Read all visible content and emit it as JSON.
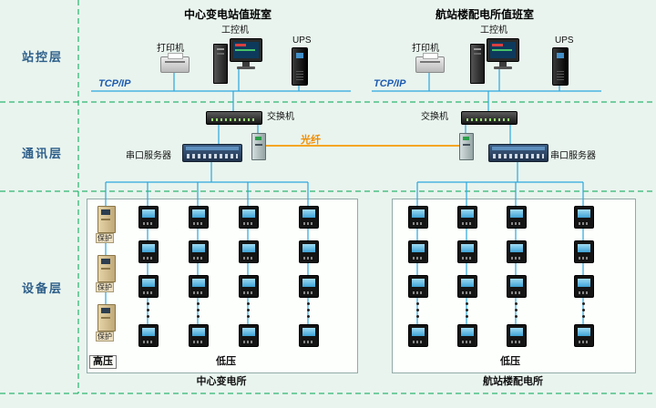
{
  "layers": {
    "station": "站控层",
    "comm": "通讯层",
    "device": "设备层"
  },
  "left": {
    "title": "中心变电站值班室",
    "printer": "打印机",
    "ipc": "工控机",
    "ups": "UPS",
    "tcpip": "TCP/IP",
    "switch": "交换机",
    "serial": "串口服务器"
  },
  "right": {
    "title": "航站楼配电所值班室",
    "printer": "打印机",
    "ipc": "工控机",
    "ups": "UPS",
    "tcpip": "TCP/IP",
    "switch": "交换机",
    "serial": "串口服务器"
  },
  "fiber": "光纤",
  "left_box": {
    "hv": "高压",
    "lv": "低压",
    "caption": "中心变电所",
    "protection": "保护"
  },
  "right_box": {
    "lv": "低压",
    "caption": "航站楼配电所"
  },
  "colors": {
    "background": "#e9f4ee",
    "network_line": "#2ba6de",
    "layer_dash": "#00a651",
    "fiber_line": "#f5a623",
    "layer_label": "#2e5f8a",
    "tcpip_label": "#1d5bb0",
    "fiber_label": "#f08c00"
  }
}
